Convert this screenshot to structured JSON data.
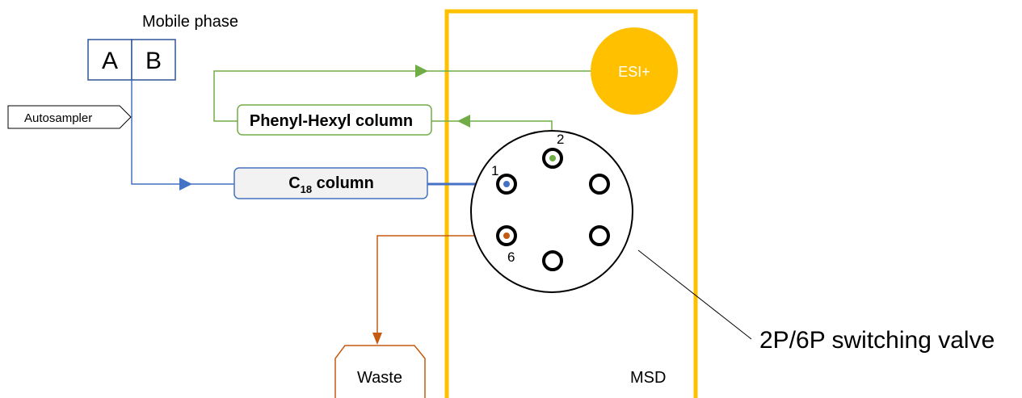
{
  "mobile_phase": {
    "label": "Mobile phase",
    "a": "A",
    "b": "B"
  },
  "autosampler": {
    "label": "Autosampler"
  },
  "c18_column": {
    "prefix": "C",
    "subscript": "18",
    "suffix": " column"
  },
  "phenyl_column": {
    "label": "Phenyl-Hexyl column"
  },
  "esi": {
    "label": "ESI+"
  },
  "valve": {
    "label": "2P/6P switching valve",
    "ports": {
      "p1": "1",
      "p2": "2",
      "p6": "6"
    }
  },
  "waste": {
    "label": "Waste"
  },
  "msd": {
    "label": "MSD"
  },
  "colors": {
    "blue": "#4472C4",
    "green": "#70AD47",
    "orange": "#C55A11",
    "gold": "#FFC000",
    "column_fill": "#F2F2F2"
  }
}
